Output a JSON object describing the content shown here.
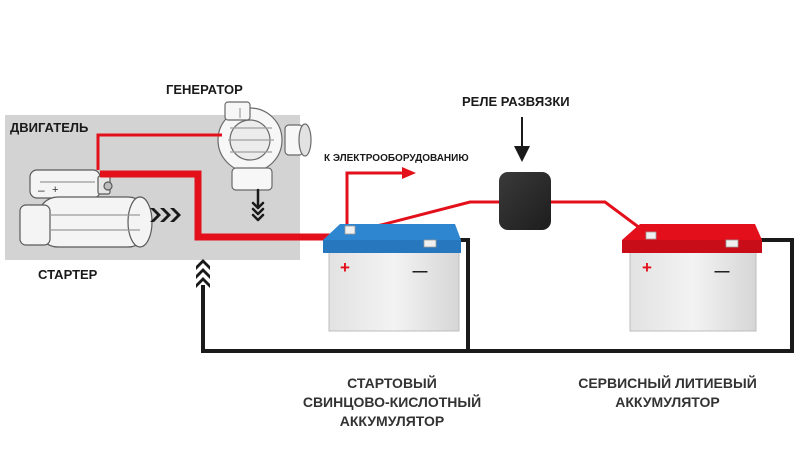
{
  "labels": {
    "engine": "ДВИГАТЕЛЬ",
    "generator": "ГЕНЕРАТОР",
    "starter": "СТАРТЕР",
    "to_equipment": "К ЭЛЕКТРООБОРУДОВАНИЮ",
    "relay": "РЕЛЕ РАЗВЯЗКИ"
  },
  "captions": {
    "starter_battery": [
      "СТАРТОВЫЙ",
      "СВИНЦОВО-КИСЛОТНЫЙ",
      "АККУМУЛЯТОР"
    ],
    "service_battery": [
      "СЕРВИСНЫЙ ЛИТИЕВЫЙ",
      "АККУМУЛЯТОР"
    ]
  },
  "terminals": {
    "plus": "+",
    "minus": "—"
  },
  "colors": {
    "positive_wire": "#e3101c",
    "negative_wire": "#1a1a1a",
    "engine_panel": "#d3d3d3",
    "lead_acid_lid": "#2f86d0",
    "lithium_lid": "#e3101c",
    "battery_body": "#ececec",
    "relay_box": "#2b2b2b"
  },
  "icons": [
    "engine-starter-illustration",
    "generator-illustration",
    "down-chevrons-icon",
    "right-chevrons-icon",
    "up-chevrons-icon",
    "down-arrow-icon",
    "right-arrow-icon"
  ]
}
